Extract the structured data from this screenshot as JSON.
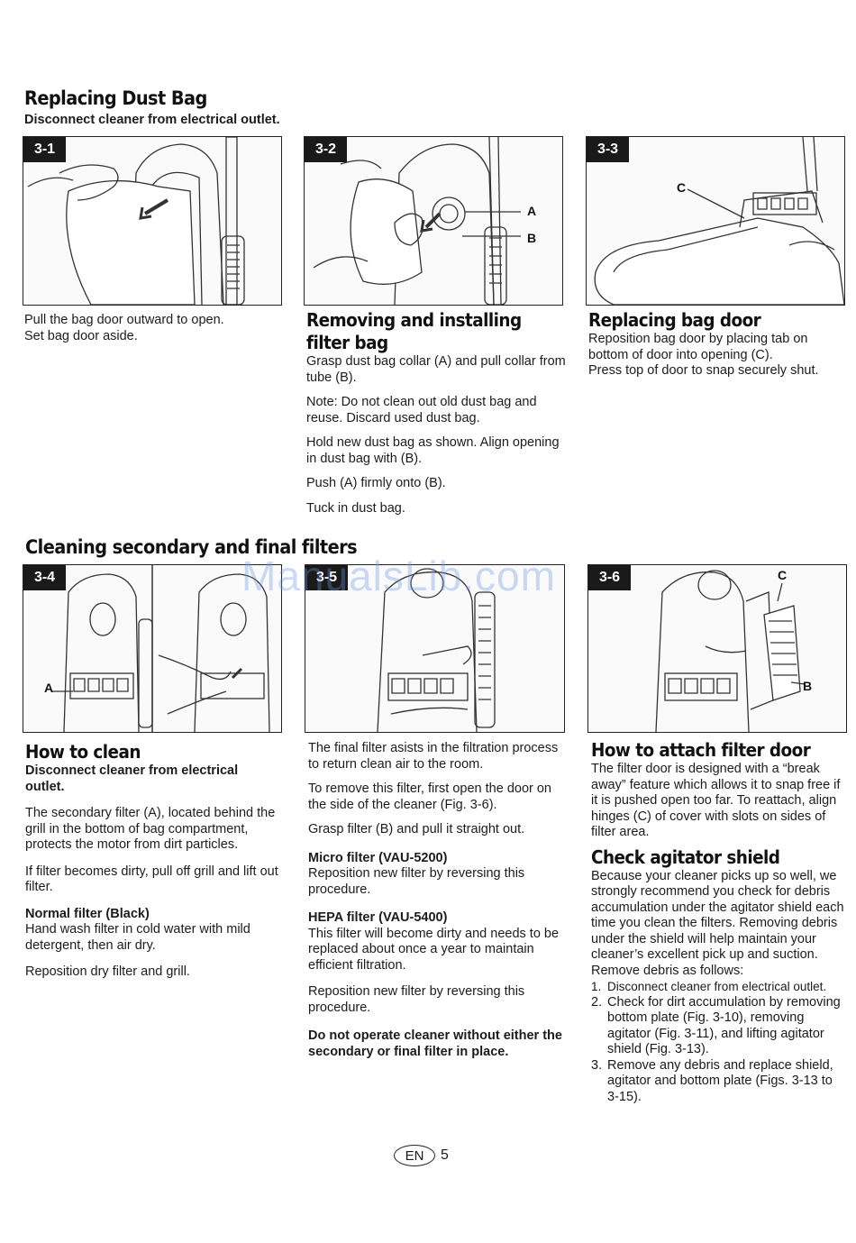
{
  "section1": {
    "title": "Replacing Dust Bag",
    "subtitle": "Disconnect cleaner from electrical outlet."
  },
  "fig31": {
    "badge": "3-1"
  },
  "fig32": {
    "badge": "3-2",
    "label_a": "A",
    "label_b": "B"
  },
  "fig33": {
    "badge": "3-3",
    "label_c": "C"
  },
  "col1_top": {
    "text": "Pull the bag door outward to open.\nSet bag door aside."
  },
  "col2_top": {
    "heading": "Removing and installing filter bag",
    "p1": "Grasp dust bag collar (A) and pull collar from tube (B).",
    "p2": "Note: Do not clean out old dust bag and reuse.  Discard used dust bag.",
    "p3": "Hold new dust bag as shown.  Align opening in dust bag with (B).",
    "p4": "Push (A) firmly onto (B).",
    "p5": "Tuck in dust bag."
  },
  "col3_top": {
    "heading": "Replacing bag door",
    "p1": "Reposition bag door by placing tab on bottom of door into opening (C).",
    "p2": "Press top of door to snap securely shut."
  },
  "section2": {
    "title": "Cleaning secondary and final filters"
  },
  "watermark": "ManualsLib.com",
  "fig34": {
    "badge": "3-4",
    "label_a": "A"
  },
  "fig35": {
    "badge": "3-5"
  },
  "fig36": {
    "badge": "3-6",
    "label_c": "C",
    "label_b": "B"
  },
  "col1_bottom": {
    "heading": "How to clean",
    "warn": "Disconnect cleaner from electrical outlet.",
    "p1": "The secondary filter (A), located behind the grill in the bottom of bag compartment, protects the motor from dirt particles.",
    "p2": "If filter becomes dirty, pull off grill and lift out filter.",
    "normal_heading": "Normal filter (Black)",
    "p3": "Hand wash filter in cold water with mild detergent, then air dry.",
    "p4": "Reposition dry filter and grill."
  },
  "col2_bottom": {
    "p1": "The final filter asists in the filtration process to return clean air to the room.",
    "p2": "To remove this filter, first open the door on the side of the cleaner (Fig. 3-6).",
    "p3": "Grasp filter (B) and pull it straight out.",
    "micro_heading": "Micro filter (VAU-5200)",
    "p4": "Reposition new filter by reversing this procedure.",
    "hepa_heading": "HEPA filter (VAU-5400)",
    "p5": "This filter will become dirty and needs to be replaced about once a year to maintain efficient filtration.",
    "p6": "Reposition new filter by reversing this procedure.",
    "warn": "Do not operate cleaner without either the secondary or final filter in place."
  },
  "col3_bottom": {
    "heading1": "How to attach filter door",
    "p1": "The filter door is designed with a “break away” feature which allows it to snap free if it is pushed open too far. To reattach, align hinges (C) of cover with slots on sides of filter area.",
    "heading2": "Check agitator shield",
    "p2": "Because your cleaner picks up so well, we strongly recommend you check for debris accumulation under the agitator shield each time you clean the filters. Removing debris under the shield will help maintain your cleaner’s excellent pick up and suction. Remove debris as follows:",
    "steps": [
      {
        "num": "1.",
        "text": "Disconnect cleaner from electrical outlet."
      },
      {
        "num": "2.",
        "text": "Check for dirt accumulation by removing bottom plate (Fig. 3-10), removing agitator (Fig. 3-11), and lifting agitator shield (Fig. 3-13)."
      },
      {
        "num": "3.",
        "text": "Remove any debris and replace shield, agitator and bottom plate (Figs. 3-13 to 3-15)."
      }
    ]
  },
  "footer": {
    "lang": "EN",
    "page": "5"
  }
}
